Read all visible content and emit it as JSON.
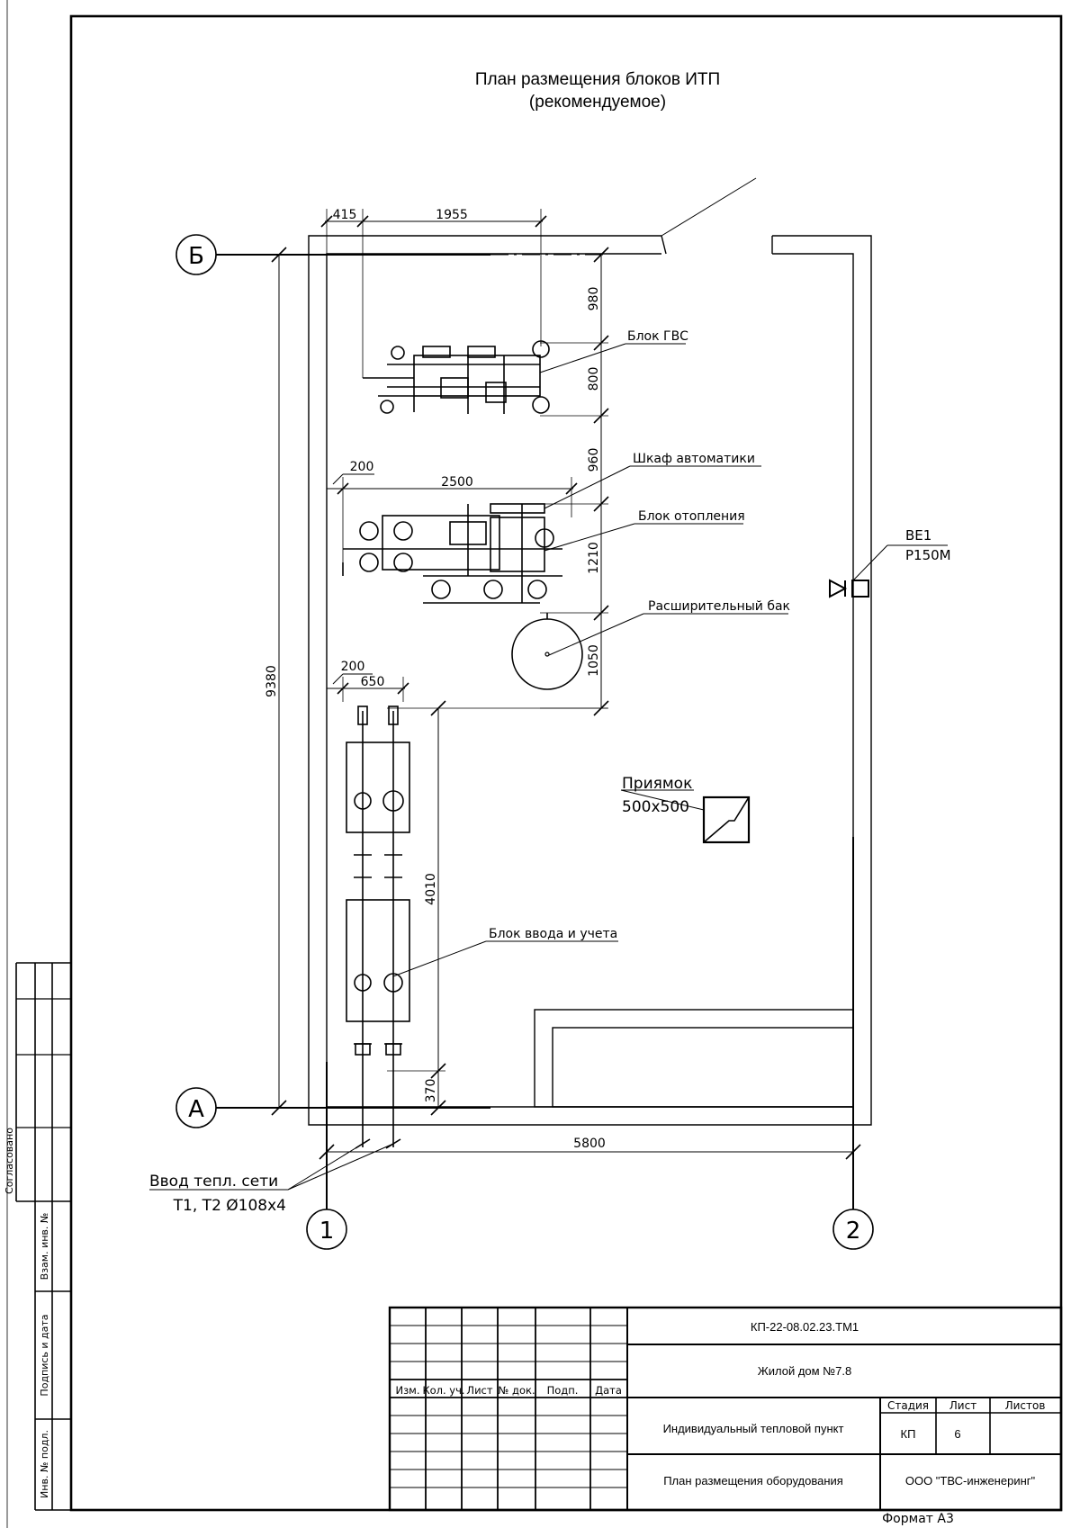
{
  "title": {
    "line1": "План размещения блоков ИТП",
    "line2": "(рекомендуемое)"
  },
  "axes": {
    "row_b": "Б",
    "row_a": "А",
    "col_1": "1",
    "col_2": "2"
  },
  "dimensions": {
    "d415": "415",
    "d1955": "1955",
    "d980": "980",
    "d800": "800",
    "d960": "960",
    "d200a": "200",
    "d2500": "2500",
    "d1210": "1210",
    "d1050": "1050",
    "d200b": "200",
    "d650": "650",
    "d9380": "9380",
    "d4010": "4010",
    "d370": "370",
    "d5800": "5800"
  },
  "labels": {
    "blok_gvs": "Блок ГВС",
    "shkaf": "Шкаф автоматики",
    "blok_otopl": "Блок отопления",
    "bak": "Расширительный бак",
    "priyamok_1": "Приямок",
    "priyamok_2": "500х500",
    "blok_vvoda": "Блок ввода и учета",
    "ve1": "ВЕ1",
    "p150m": "Р150М",
    "vvod_1": "Ввод тепл. сети",
    "vvod_2": "Т1, Т2 Ø108х4"
  },
  "side_stamp": {
    "soglasovano": "Согласовано",
    "vzam": "Взам. инв. №",
    "podpis": "Подпись и дата",
    "inv": "Инв. № подл."
  },
  "title_block": {
    "code": "КП-22-08.02.23.ТМ1",
    "object": "Жилой дом №7.8",
    "headers": {
      "izm": "Изм.",
      "kol": "Кол. уч.",
      "list": "Лист",
      "ndok": "№ док.",
      "podp": "Подп.",
      "data": "Дата"
    },
    "system": "Индивидуальный тепловой пункт",
    "sheet_title": "План размещения оборудования",
    "stage_label": "Стадия",
    "sheet_label": "Лист",
    "sheets_label": "Листов",
    "stage": "КП",
    "sheet": "6",
    "sheets": "",
    "company": "ООО \"ТВС-инженеринг\""
  },
  "format": "Формат А3"
}
